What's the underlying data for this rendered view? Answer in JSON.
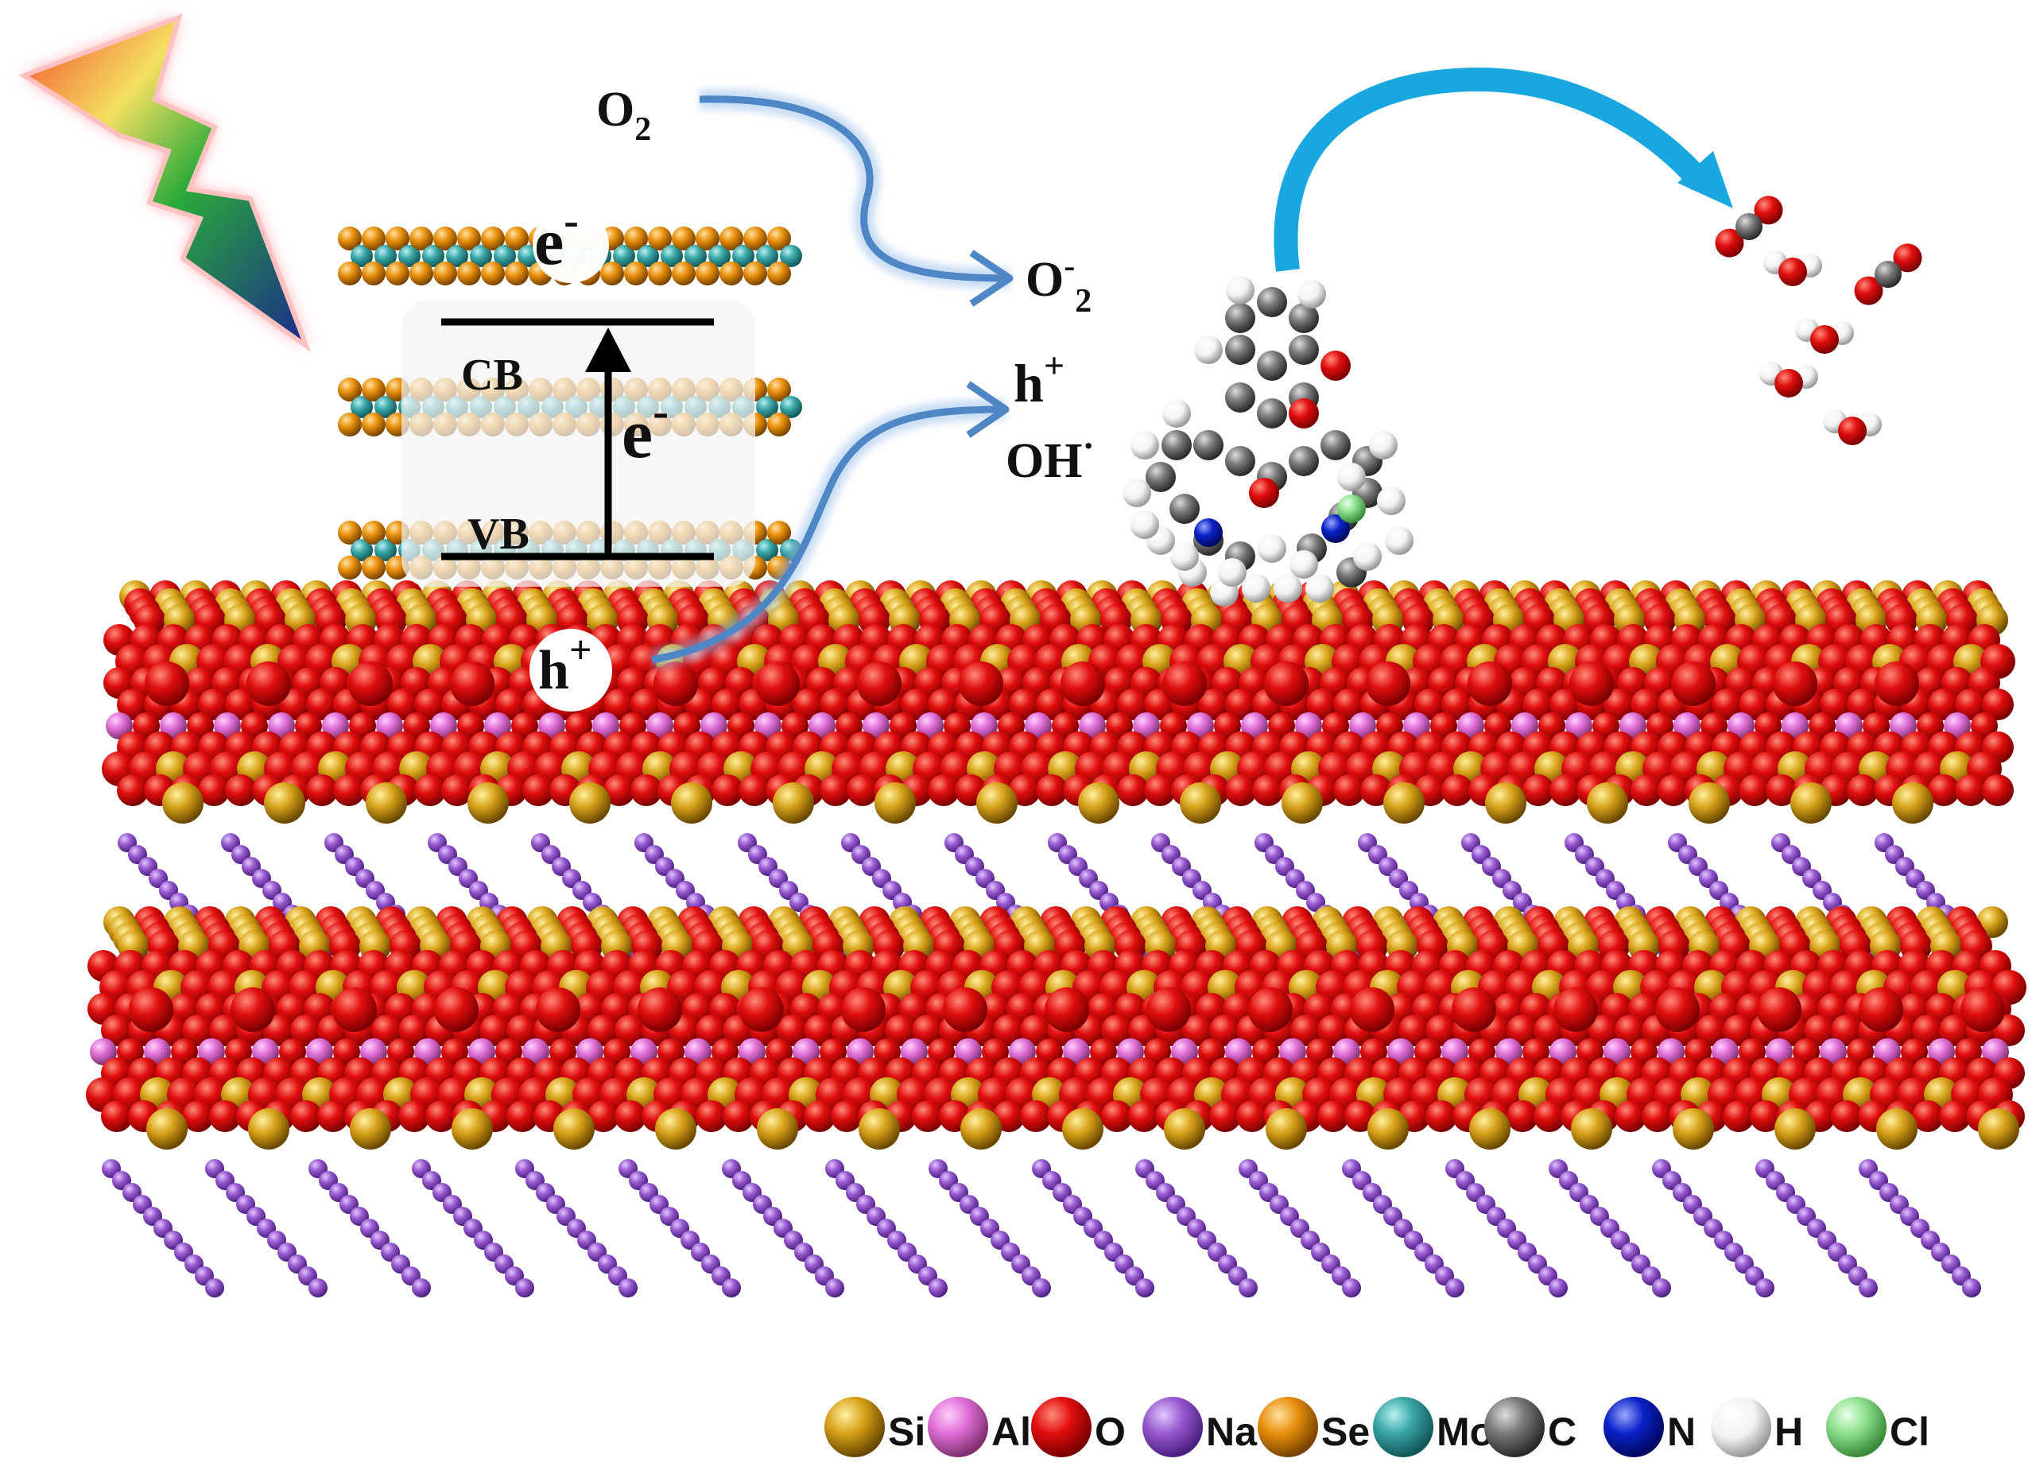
{
  "labels": {
    "o2": "O",
    "o2_sub": "2",
    "superoxide": "O",
    "superoxide_sup": "-",
    "superoxide_sub": "2",
    "h_plus": "h",
    "h_plus_sup": "+",
    "oh": "OH",
    "oh_sup": "·",
    "cb": "CB",
    "vb": "VB",
    "electron": "e",
    "electron_sup": "-",
    "hole": "h",
    "hole_sup": "+"
  },
  "legend": [
    {
      "symbol": "Si",
      "color": "#d8a21a"
    },
    {
      "symbol": "Al",
      "color": "#e070d8"
    },
    {
      "symbol": "O",
      "color": "#e00e0e"
    },
    {
      "symbol": "Na",
      "color": "#9a5ad0"
    },
    {
      "symbol": "Se",
      "color": "#e8900c"
    },
    {
      "symbol": "Mo",
      "color": "#3aa6a6"
    },
    {
      "symbol": "C",
      "color": "#7a7a7a"
    },
    {
      "symbol": "N",
      "color": "#0a22c8"
    },
    {
      "symbol": "H",
      "color": "#f2f2f2"
    },
    {
      "symbol": "Cl",
      "color": "#8ee08e"
    }
  ],
  "colors": {
    "si": "#d8a21a",
    "al": "#e070d8",
    "o": "#e00e0e",
    "na": "#9a5ad0",
    "se": "#e8900c",
    "mo": "#3aa6a6",
    "c": "#7a7a7a",
    "n": "#0a22c8",
    "h": "#f2f2f2",
    "cl": "#8ee08e",
    "arrow_blue": "#4f86c6",
    "arrow_cyan": "#19a7e0"
  },
  "icons": {
    "light": "lightning-bolt-icon"
  }
}
